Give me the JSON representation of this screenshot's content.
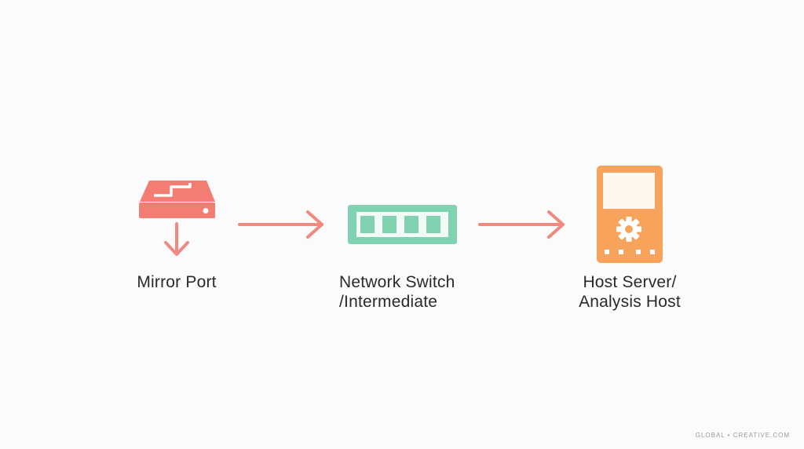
{
  "nodes": {
    "mirror_port": {
      "label_line1": "Mirror Port"
    },
    "network_switch": {
      "label_line1": "Network Switch",
      "label_line2": "/Intermediate"
    },
    "host_server": {
      "label_line1": "Host Server/",
      "label_line2": "Analysis Host"
    }
  },
  "footer": {
    "logo_text": "GLOBAL • CREATIVE.COM"
  },
  "colors": {
    "mirror_icon": "#f37d72",
    "arrow": "#f08a80",
    "switch_icon": "#7fd3b0",
    "host_icon": "#f7a35c"
  },
  "icons": {
    "mirror_port": "router-with-down-arrow-icon",
    "network_switch": "switch-icon",
    "host_server": "server-device-icon",
    "host_gear": "gear-icon"
  }
}
